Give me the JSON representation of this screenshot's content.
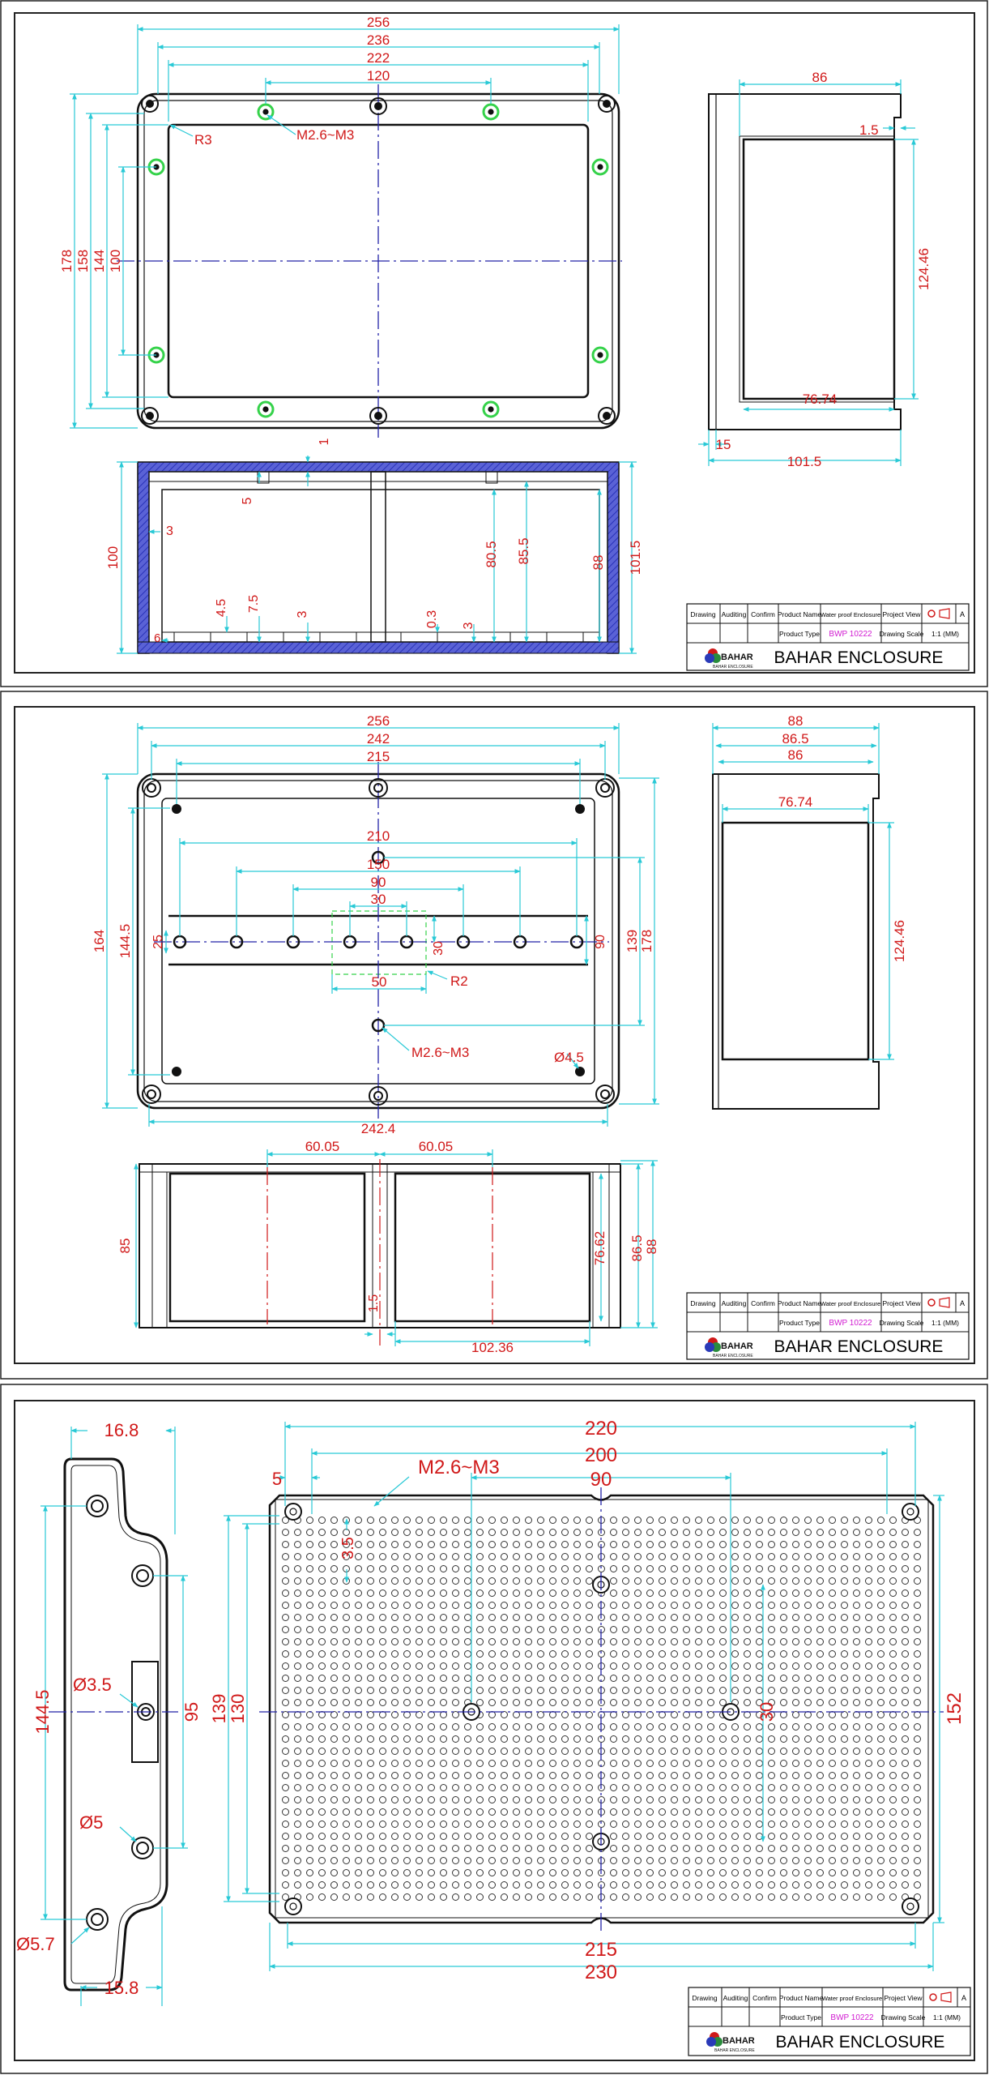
{
  "colors": {
    "dimension_text": "#d01919",
    "dimension_line": "#29c9d6",
    "center_line": "#2323a8",
    "section_hatch": "#3b44c9",
    "screw_boss_green": "#35d24a",
    "outline": "#111111",
    "product_type_text": "#d11ad1"
  },
  "sheet1": {
    "top_view": {
      "widths": [
        "256",
        "236",
        "222",
        "120"
      ],
      "heights": [
        "178",
        "158",
        "144",
        "100"
      ],
      "radius_label": "R3",
      "screw_label": "M2.6~M3"
    },
    "side_view": {
      "depth": "86",
      "wall": "1.5",
      "height": "124.46",
      "inner_width": "76.74",
      "flange": "15",
      "overall": "101.5"
    },
    "section_view": {
      "labels": [
        "1",
        "5",
        "3",
        "100",
        "4.5",
        "7.5",
        "3",
        "0.3",
        "3",
        "6",
        "80.5",
        "85.5",
        "88",
        "101.5"
      ]
    }
  },
  "sheet2": {
    "top_view": {
      "widths": [
        "256",
        "242",
        "215"
      ],
      "rail_widths": [
        "210",
        "150",
        "90",
        "30"
      ],
      "heights_left": [
        "164",
        "144.5"
      ],
      "heights_right": [
        "139",
        "178"
      ],
      "rail_labels": [
        "25",
        "30",
        "90"
      ],
      "box_width": "50",
      "radius_label": "R2",
      "screw_label": "M2.6~M3",
      "hole_label": "Ø4.5",
      "bottom_width": "242.4"
    },
    "side_view": {
      "depths": [
        "88",
        "86.5",
        "86"
      ],
      "inner_width": "76.74",
      "height": "124.46"
    },
    "front_view": {
      "offsets": [
        "60.05",
        "60.05"
      ],
      "height_left": "85",
      "heights_right": [
        "76.62",
        "86.5",
        "88"
      ],
      "gap": "1.5",
      "inner_width": "102.36"
    }
  },
  "sheet3": {
    "profile": {
      "top": "16.8",
      "height": "144.5",
      "hole_small": "Ø3.5",
      "inner_height": "95",
      "hole_mid": "Ø5",
      "hole_big": "Ø5.7",
      "bottom": "15.8"
    },
    "plate": {
      "widths_top": [
        "220",
        "200",
        "90"
      ],
      "edge": "5",
      "screw_label": "M2.6~M3",
      "pitch": "3.5",
      "heights_left": [
        "139",
        "130"
      ],
      "center_label": "30",
      "height_right": "152",
      "widths_bottom": [
        "215",
        "230"
      ]
    }
  },
  "title_block": {
    "headers": [
      "Drawing",
      "Auditing",
      "Confirm",
      "Product Name",
      "Water proof Enclosure",
      "Project View"
    ],
    "projection_label": "A",
    "product_type_label": "Product Type",
    "product_type": "BWP 10222",
    "scale_label": "Drawing Scale",
    "scale": "1:1 (MM)",
    "logo_text": "BAHAR",
    "logo_sub": "BAHAR ENCLOSURE",
    "company": "BAHAR ENCLOSURE"
  }
}
